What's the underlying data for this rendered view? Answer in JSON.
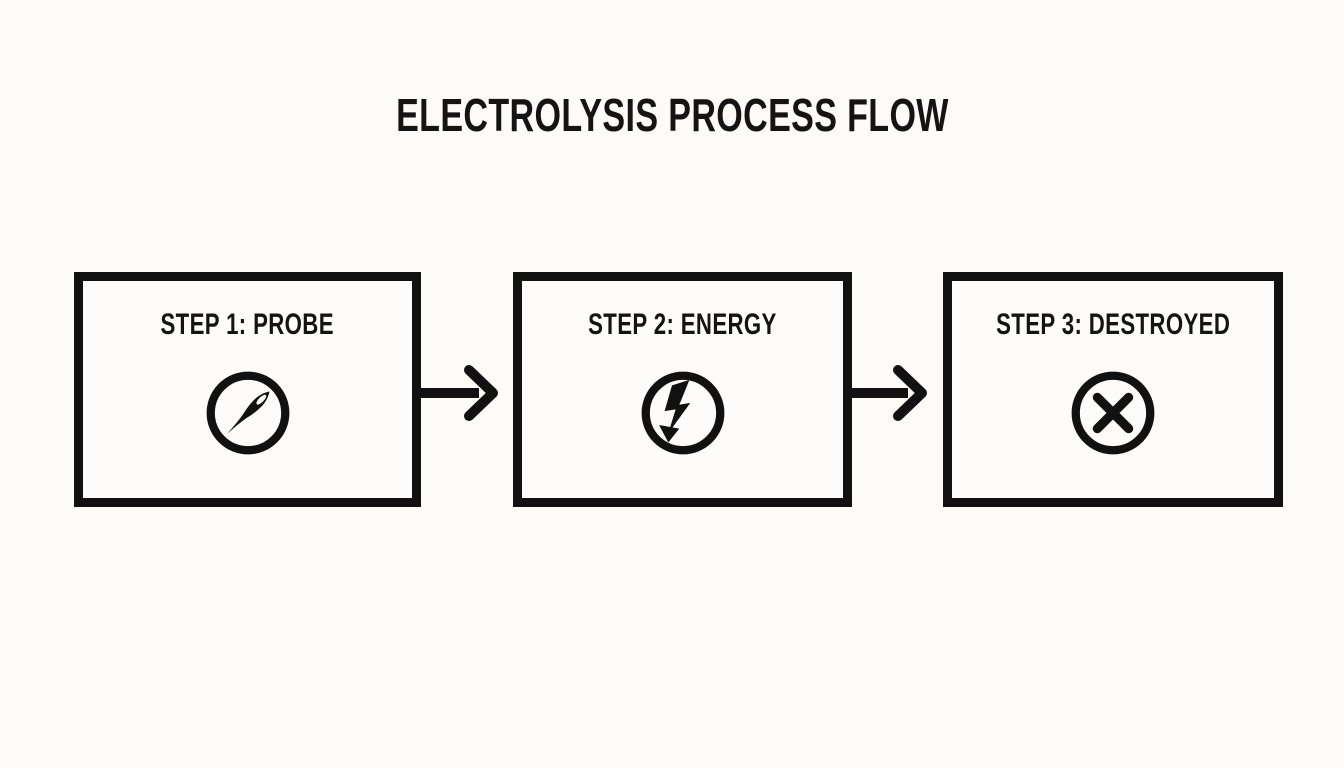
{
  "title": "ELECTROLYSIS PROCESS FLOW",
  "colors": {
    "ink": "#111111",
    "background": "#fcfbf8"
  },
  "steps": [
    {
      "label": "STEP 1: PROBE",
      "icon": "needle-icon"
    },
    {
      "label": "STEP 2: ENERGY",
      "icon": "lightning-bolt-icon"
    },
    {
      "label": "STEP 3: DESTROYED",
      "icon": "x-circle-icon"
    }
  ],
  "connectors": [
    {
      "icon": "arrow-right-icon"
    },
    {
      "icon": "arrow-right-icon"
    }
  ]
}
